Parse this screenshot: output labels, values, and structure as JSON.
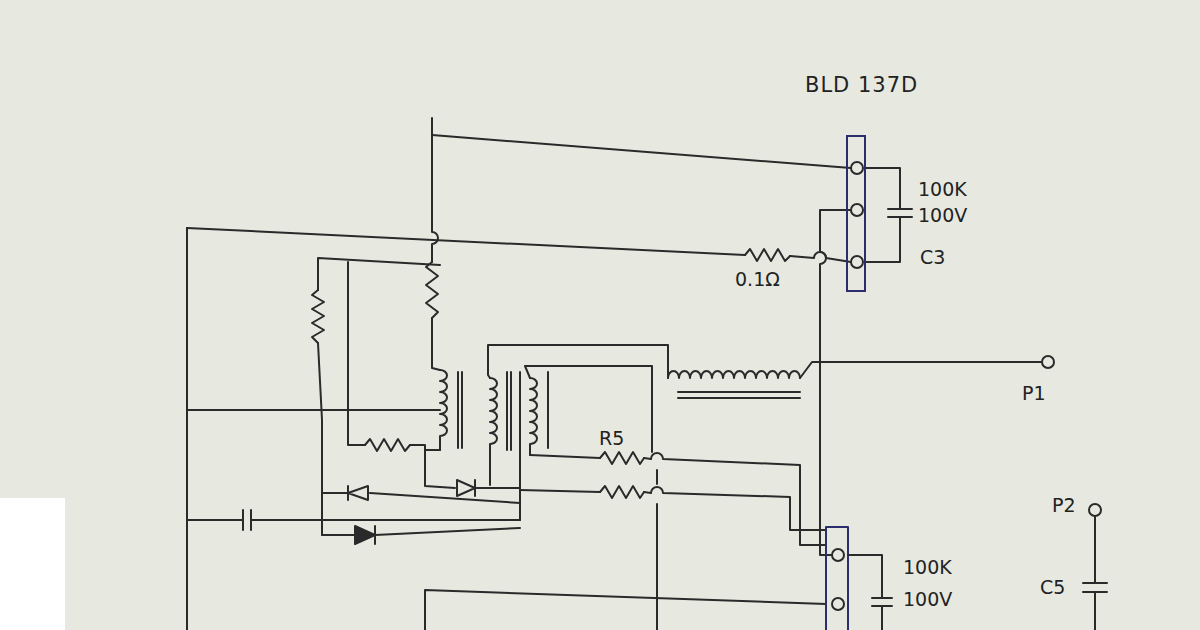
{
  "diagram": {
    "nodes": [
      {
        "text": [
          "BLD 137D"
        ]
      }
    ],
    "labels": [
      "100K",
      "100V",
      "C3",
      "0.1Ω",
      "P1",
      "R5",
      "P2",
      "C5",
      "100K",
      "100V"
    ]
  }
}
